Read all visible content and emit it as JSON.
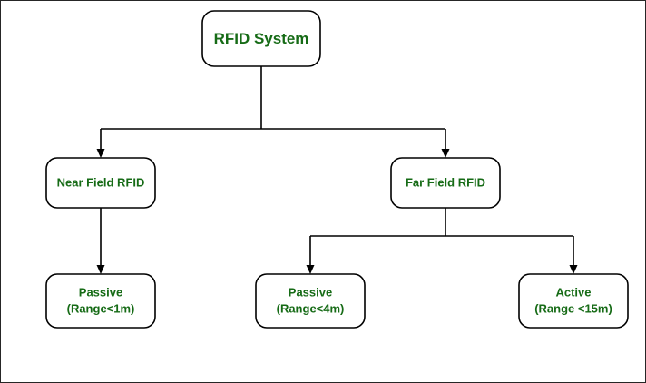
{
  "diagram": {
    "title": "RFID System",
    "border_color": "#262626",
    "background_color": "#ffffff",
    "text_color": "#166b16",
    "line_color": "#000000",
    "nodes": {
      "root": {
        "label": "RFID System"
      },
      "near_field": {
        "label": "Near Field RFID"
      },
      "far_field": {
        "label": "Far Field RFID"
      },
      "near_passive": {
        "line1": "Passive",
        "line2": "(Range<1m)"
      },
      "far_passive": {
        "line1": "Passive",
        "line2": "(Range<4m)"
      },
      "far_active": {
        "line1": "Active",
        "line2": "(Range <15m)"
      }
    }
  }
}
